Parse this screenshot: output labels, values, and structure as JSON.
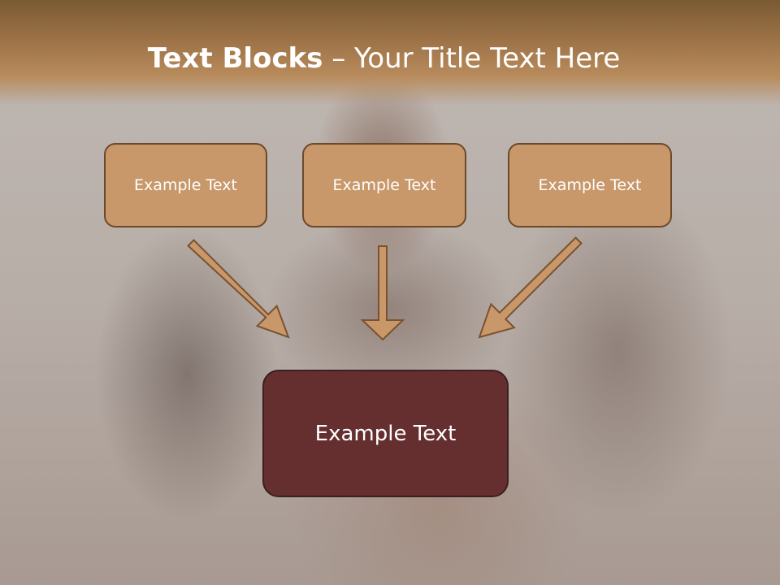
{
  "title": {
    "bold_part": "Text Blocks",
    "separator": " – ",
    "regular_part": "Your Title Text Here"
  },
  "diagram": {
    "boxes": [
      {
        "label": "Example Text"
      },
      {
        "label": "Example Text"
      },
      {
        "label": "Example Text"
      }
    ],
    "target": {
      "label": "Example Text"
    }
  },
  "colors": {
    "title_bar": "#9a7045",
    "small_box_fill": "#c8976a",
    "small_box_border": "#6b4a2a",
    "target_fill": "#652f30",
    "arrow_fill": "#c8976a"
  }
}
